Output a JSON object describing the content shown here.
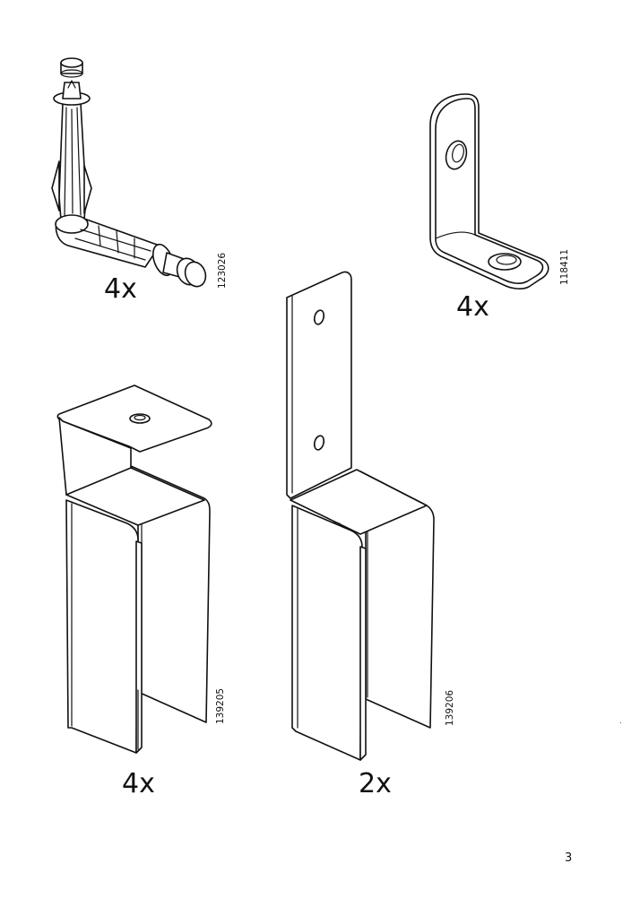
{
  "parts": [
    {
      "name": "cam-dowel",
      "quantity": "4x",
      "article_number": "123026"
    },
    {
      "name": "angle-bracket",
      "quantity": "4x",
      "article_number": "118411"
    },
    {
      "name": "u-bracket-single",
      "quantity": "4x",
      "article_number": "139205"
    },
    {
      "name": "u-bracket-long",
      "quantity": "2x",
      "article_number": "139206"
    }
  ],
  "page_number": "3",
  "colors": {
    "ink": "#111111",
    "paper": "#ffffff"
  }
}
